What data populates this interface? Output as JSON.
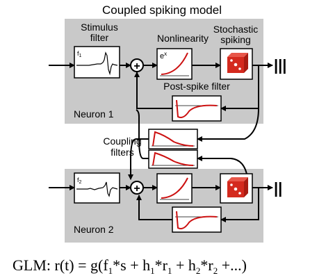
{
  "diagram": {
    "title": "Coupled spiking model",
    "stimulus_filter_label": [
      "Stimulus",
      "filter"
    ],
    "nonlinearity_label": "Nonlinearity",
    "nonlinearity_symbol": "e",
    "nonlinearity_symbol_sup": "x",
    "stochastic_label": [
      "Stochastic",
      "spiking"
    ],
    "post_spike_label": "Post-spike filter",
    "coupling_label": [
      "Coupling",
      "filters"
    ],
    "neuron1_label": "Neuron 1",
    "neuron2_label": "Neuron 2",
    "filter1_tag": "f",
    "filter1_tag_sub": "1",
    "filter2_tag": "f",
    "filter2_tag_sub": "2",
    "sum_symbol": "+",
    "spikes1": "|||",
    "spikes2": "||"
  },
  "formula": {
    "prefix": "GLM:  r(t) = g(f",
    "sub1": "1",
    "part2": "*s  + h",
    "sub2": "1",
    "part3": "*r",
    "sub3": "1",
    "part4": " + h",
    "sub4": "2",
    "part5": "*r",
    "sub5": "2",
    "part6": " +...)"
  },
  "colors": {
    "panel": "#c9c9c9",
    "curve": "#cc1111",
    "dice": "#d42a1e",
    "line": "#000000"
  }
}
